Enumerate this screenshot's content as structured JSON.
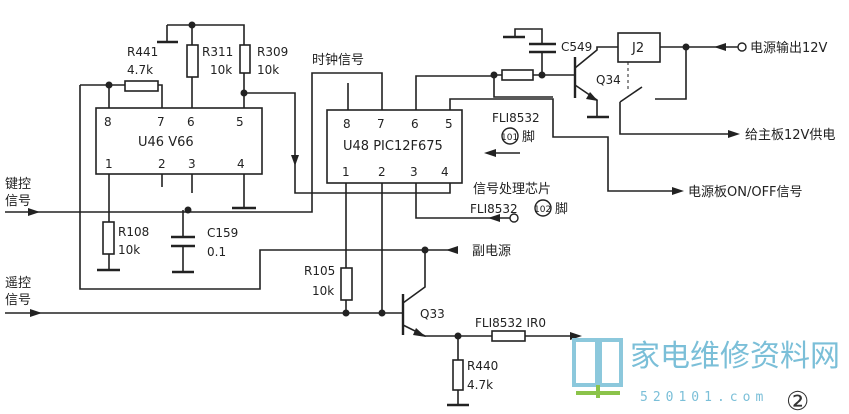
{
  "chips": {
    "u46": {
      "name": "U46 V66",
      "pins_top": [
        "8",
        "7",
        "6",
        "5"
      ],
      "pins_bottom": [
        "1",
        "2",
        "3",
        "4"
      ]
    },
    "u48": {
      "name": "U48 PIC12F675",
      "pins_top": [
        "8",
        "7",
        "6",
        "5"
      ],
      "pins_bottom": [
        "1",
        "2",
        "3",
        "4"
      ]
    }
  },
  "components": {
    "r441": {
      "ref": "R441",
      "value": "4.7k"
    },
    "r311": {
      "ref": "R311",
      "value": "10k"
    },
    "r309": {
      "ref": "R309",
      "value": "10k"
    },
    "r108": {
      "ref": "R108",
      "value": "10k"
    },
    "c159": {
      "ref": "C159",
      "value": "0.1"
    },
    "r105": {
      "ref": "R105",
      "value": "10k"
    },
    "r440": {
      "ref": "R440",
      "value": "4.7k"
    },
    "c549": {
      "ref": "C549"
    },
    "q34": {
      "ref": "Q34"
    },
    "q33": {
      "ref": "Q33"
    },
    "j2": {
      "ref": "J2"
    },
    "ir0": {
      "ref": "FLI8532 IR0"
    }
  },
  "signals": {
    "clock": "时钟信号",
    "key_line1": "键控",
    "key_line2": "信号",
    "remote_line1": "遥控",
    "remote_line2": "信号",
    "aux_power": "副电源",
    "power_out": "电源输出12V",
    "main_board": "给主板12V供电",
    "on_off": "电源板ON/OFF信号",
    "pin101_chip": "FLI8532",
    "pin101_num": "101",
    "pin_suffix": "脚",
    "chip_desc": "信号处理芯片",
    "pin102_chip": "FLI8532",
    "pin102_num": "102"
  },
  "figure_number": "②",
  "watermark": {
    "title": "家电维修资料网",
    "url": "520101.com"
  }
}
